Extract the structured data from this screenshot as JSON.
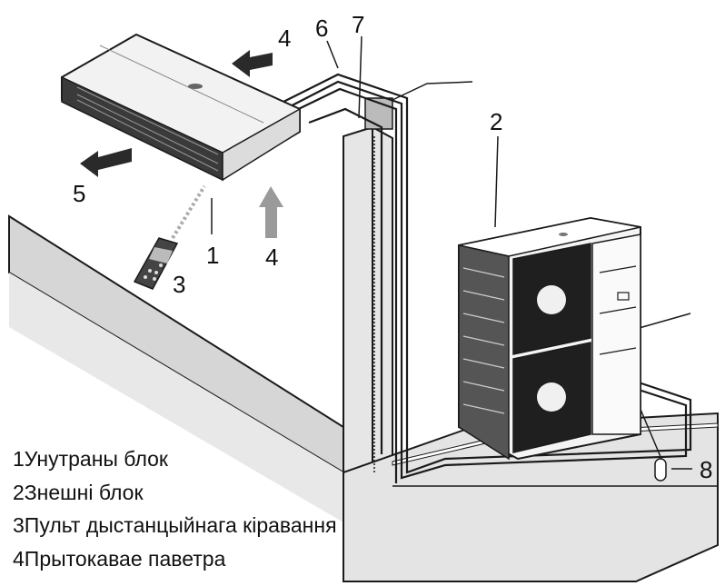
{
  "callouts": {
    "c1": "1",
    "c2": "2",
    "c3": "3",
    "c4_top": "4",
    "c4_bottom": "4",
    "c5": "5",
    "c6": "6",
    "c7": "7",
    "c8": "8"
  },
  "legend": [
    "1Унутраны блок",
    "2Знешні блок",
    "3Пульт дыстанцыйнага кіравання",
    "4Прытокавае паветра"
  ],
  "colors": {
    "wall_fill": "#d9d9d9",
    "line": "#1a1a1a",
    "dark": "#222222",
    "arrow": "#2a2a2a"
  }
}
